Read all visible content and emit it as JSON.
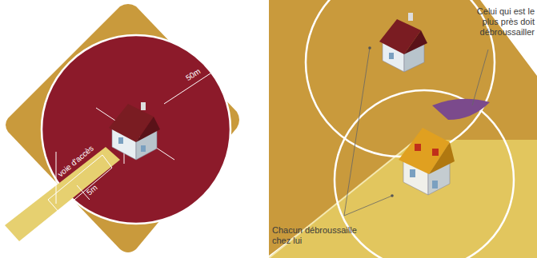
{
  "diagram": {
    "labels": [
      "50m",
      "voie d'accès",
      "5m",
      "Celui qui est le plus près doit débroussailler",
      "Chacun débroussaille chez lui"
    ]
  }
}
